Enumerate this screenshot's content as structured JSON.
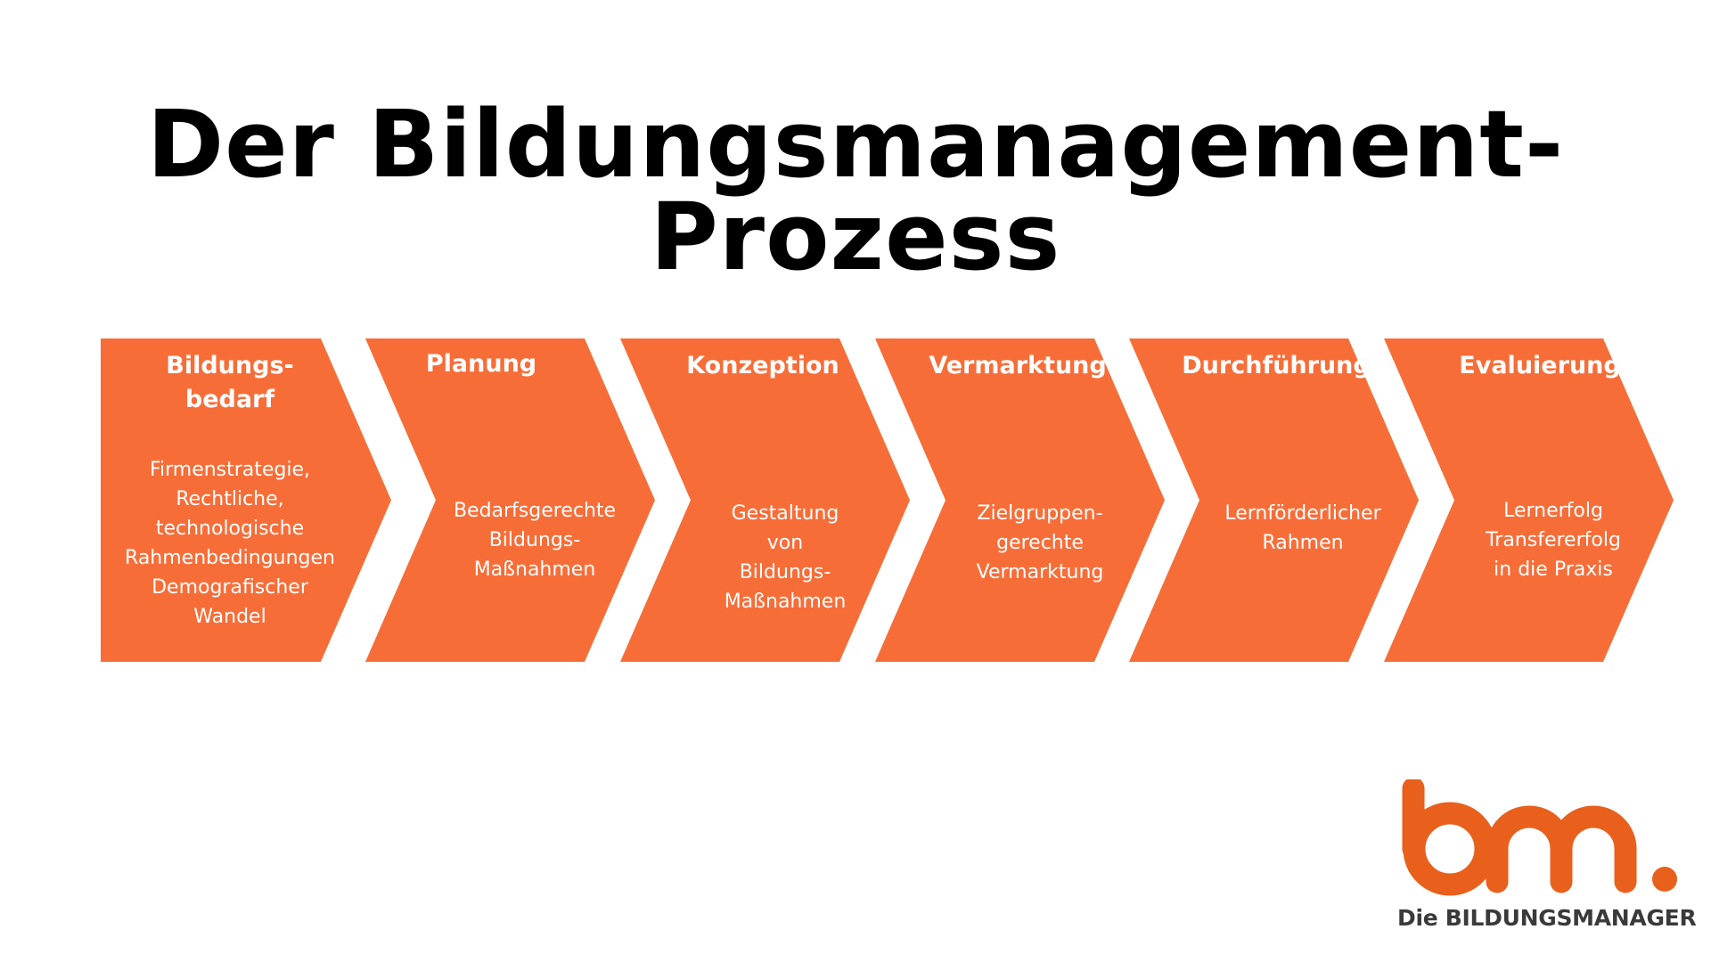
{
  "title": "Der Bildungsmanagement-Prozess",
  "colors": {
    "chevron": "#F76D38",
    "text_on_chevron": "#FFFFFF",
    "title": "#000000",
    "logo_orange": "#E8601C",
    "logo_text": "#3A3A3A"
  },
  "steps": [
    {
      "title": "Bildungs-\nbedarf",
      "description": "Firmenstrategie,\nRechtliche,\ntechnologische\nRahmenbedingungen\nDemografischer\nWandel"
    },
    {
      "title": "Planung",
      "description": "Bedarfsgerechte\nBildungs-\nMaßnahmen"
    },
    {
      "title": "Konzeption",
      "description": "Gestaltung\nvon\nBildungs-\nMaßnahmen"
    },
    {
      "title": "Vermarktung",
      "description": "Zielgruppen-\ngerechte\nVermarktung"
    },
    {
      "title": "Durchführung",
      "description": "Lernförderlicher\nRahmen"
    },
    {
      "title": "Evaluierung",
      "description": "Lernerfolg\nTransfererfolg\nin die Praxis"
    }
  ],
  "logo": {
    "mark": "bm.",
    "caption": "Die BILDUNGSMANAGER"
  }
}
